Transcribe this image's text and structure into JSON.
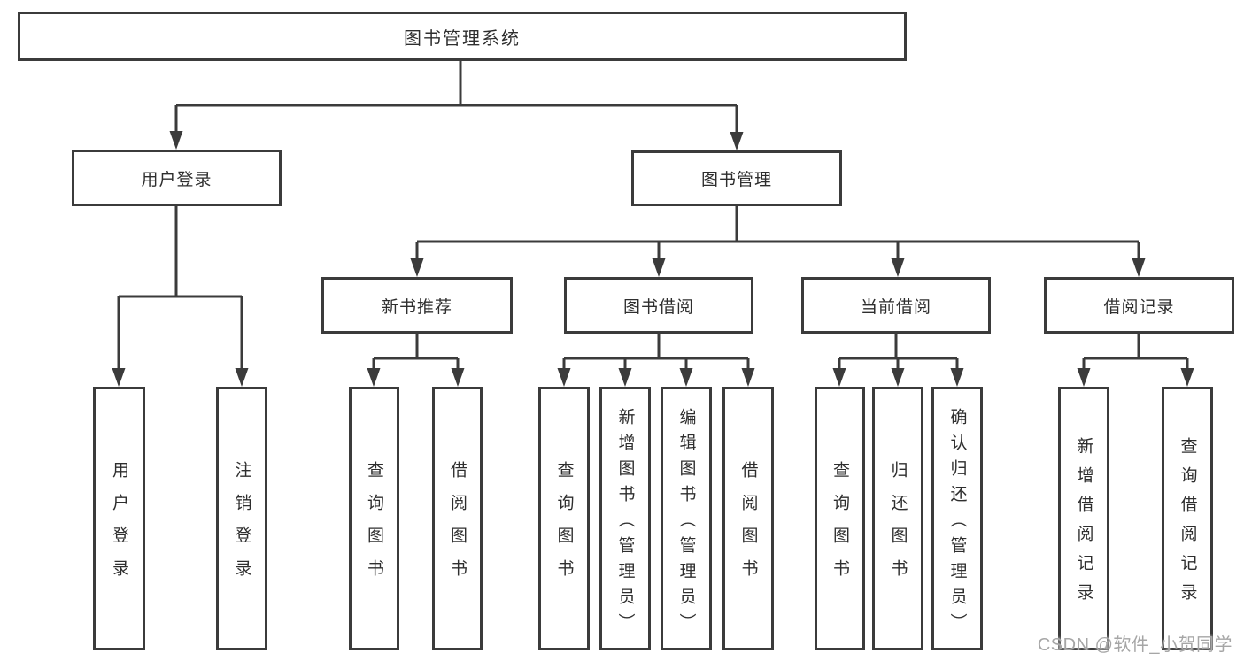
{
  "diagram": {
    "root": {
      "label": "图书管理系统"
    },
    "user_login": {
      "label": "用户登录",
      "children": [
        {
          "label": "用户登录"
        },
        {
          "label": "注销登录"
        }
      ]
    },
    "book_mgmt": {
      "label": "图书管理",
      "groups": [
        {
          "label": "新书推荐",
          "children": [
            {
              "label": "查询图书"
            },
            {
              "label": "借阅图书"
            }
          ]
        },
        {
          "label": "图书借阅",
          "children": [
            {
              "label": "查询图书"
            },
            {
              "label": "新增图书（管理员）"
            },
            {
              "label": "编辑图书（管理员）"
            },
            {
              "label": "借阅图书"
            }
          ]
        },
        {
          "label": "当前借阅",
          "children": [
            {
              "label": "查询图书"
            },
            {
              "label": "归还图书"
            },
            {
              "label": "确认归还（管理员）"
            }
          ]
        },
        {
          "label": "借阅记录",
          "children": [
            {
              "label": "新增借阅记录"
            },
            {
              "label": "查询借阅记录"
            }
          ]
        }
      ]
    }
  },
  "watermark": {
    "text": "CSDN @软件_小贺同学"
  },
  "colors": {
    "line": "#3b3b3b",
    "text": "#2e2e2e",
    "watermark": "#a6a6a6",
    "background": "#ffffff"
  }
}
